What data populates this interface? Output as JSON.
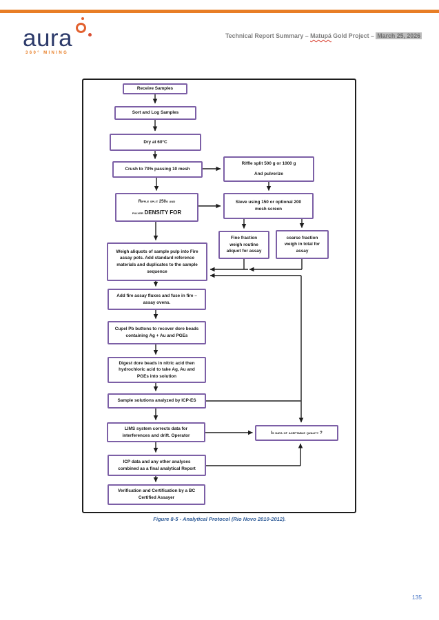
{
  "page": {
    "number": "135"
  },
  "header": {
    "logo_text": "aura",
    "logo_tagline": "360° MINING",
    "title_part1": "Technical Report Summary – ",
    "title_project": "Matupá",
    "title_part2": " Gold Project – ",
    "title_date": "March 25, 2026"
  },
  "figure": {
    "caption": "Figure 8-5 - Analytical Protocol (Rio Novo 2010-2012).",
    "nodes": {
      "receive": "Receive Samples",
      "sort": "Sort and Log Samples",
      "dry": "Dry at 60°C",
      "crush": "Crush to 70% passing 10 mesh",
      "riffle500": "Riffle split 500 g or 1000 g\nAnd pulverize",
      "riffle250_line1": "Riffle split 250g and",
      "riffle250_line2a": "pulver ",
      "riffle250_line2b": "DENSITY FOR",
      "sieve": "Sieve using 150 or optional 200\nmesh screen",
      "fine_fraction": "Fine fraction\nweigh routine\naliquot for assay",
      "coarse_fraction": "coarse fraction\nweigh in total for\nassay",
      "weigh_aliquots": "Weigh aliquots of sample pulp into Fire\nassay pots. Add standard reference\nmaterials and duplicates to the sample\nsequence",
      "add_fluxes": "Add fire assay fluxes and fuse in fire –\nassay ovens.",
      "cupel": "Cupel Pb buttons to recover dore beads\ncontaining Ag + Au and PGEs",
      "digest": "Digest dore beads in nitric acid then\nhydrochloric acid to take Ag, Au and\nPGEs into solution",
      "icp_es": "Sample solutions analyzed by ICP-ES",
      "lims": "LIMS system corrects data for\ninterferences and drift.  Operator",
      "decision": "Is data of aceptable quality ?",
      "icp_data": "ICP data and any other analyses\ncombined as a final analytical Report",
      "verification": "Verification and Certification by a BC\nCertified Assayer"
    }
  },
  "colors": {
    "accent_orange": "#E87E26",
    "logo_navy": "#2C3A6A",
    "node_border_purple": "#7C5FA6",
    "arrow_black": "#1D1D1D",
    "caption_blue": "#2E5B97",
    "page_number_blue": "#4472C4",
    "header_gray": "#7F7F7F",
    "date_highlight_gray": "#BDBDBD"
  }
}
